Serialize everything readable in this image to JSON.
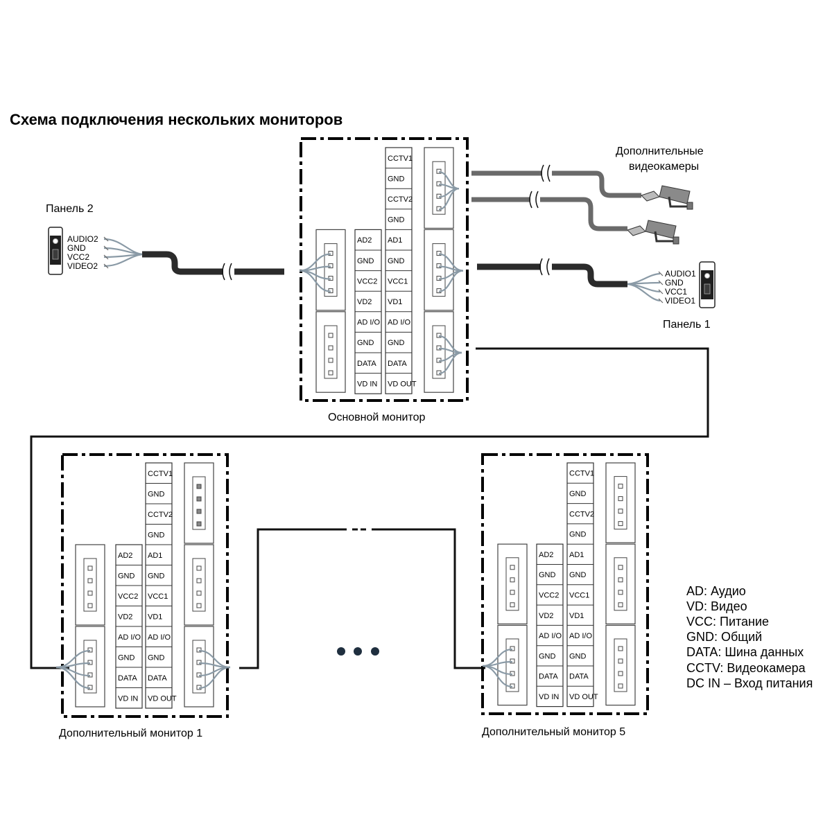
{
  "title": "Схема подключения нескольких мониторов",
  "main_monitor": {
    "caption": "Основной монитор",
    "left_column": [
      "AD2",
      "GND",
      "VCC2",
      "VD2",
      "AD I/O",
      "GND",
      "DATA",
      "VD IN"
    ],
    "right_column": [
      "CCTV1",
      "GND",
      "CCTV2",
      "GND",
      "AD1",
      "GND",
      "VCC1",
      "VD1",
      "AD I/O",
      "GND",
      "DATA",
      "VD OUT"
    ]
  },
  "monitor_1": {
    "caption": "Дополнительный монитор 1",
    "left_column": [
      "AD2",
      "GND",
      "VCC2",
      "VD2",
      "AD I/O",
      "GND",
      "DATA",
      "VD IN"
    ],
    "right_column": [
      "CCTV1",
      "GND",
      "CCTV2",
      "GND",
      "AD1",
      "GND",
      "VCC1",
      "VD1",
      "AD I/O",
      "GND",
      "DATA",
      "VD OUT"
    ]
  },
  "monitor_5": {
    "caption": "Дополнительный монитор 5",
    "left_column": [
      "AD2",
      "GND",
      "VCC2",
      "VD2",
      "AD I/O",
      "GND",
      "DATA",
      "VD IN"
    ],
    "right_column": [
      "CCTV1",
      "GND",
      "CCTV2",
      "GND",
      "AD1",
      "GND",
      "VCC1",
      "VD1",
      "AD I/O",
      "GND",
      "DATA",
      "VD OUT"
    ]
  },
  "panel_2": {
    "label": "Панель 2",
    "pins": [
      "AUDIO2",
      "GND",
      "VCC2",
      "VIDEO2"
    ],
    "icon": "door-panel-icon"
  },
  "panel_1": {
    "label": "Панель 1",
    "pins": [
      "AUDIO1",
      "GND",
      "VCC1",
      "VIDEO1"
    ],
    "icon": "door-panel-icon"
  },
  "cameras": {
    "label_line1": "Дополнительные",
    "label_line2": "видеокамеры",
    "icon": "cctv-camera-icon"
  },
  "legend": [
    "AD: Аудио",
    "VD: Видео",
    "VCC: Питание",
    "GND: Общий",
    "DATA: Шина данных",
    "CCTV: Видеокамера",
    "DC IN – Вход питания"
  ],
  "colors": {
    "line": "#111111",
    "cable": "#2b2b2b",
    "camera_cable": "#6a6a6a",
    "wire": "#8a9aa6",
    "border": "#000000"
  }
}
